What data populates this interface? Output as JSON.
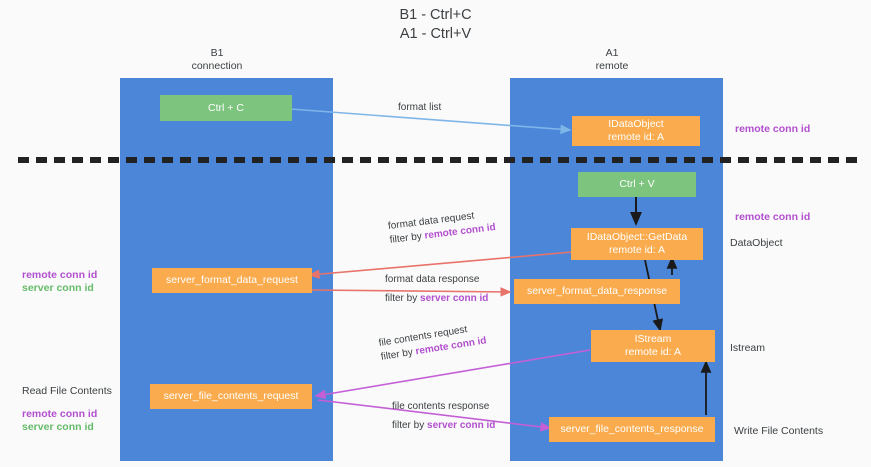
{
  "title": {
    "line1": "B1 - Ctrl+C",
    "line2": "A1 - Ctrl+V"
  },
  "columns": [
    {
      "name": "B1",
      "role": "connection"
    },
    {
      "name": "A1",
      "role": "remote"
    }
  ],
  "nodes": {
    "ctrl_c": {
      "label": "Ctrl + C"
    },
    "idataobject": {
      "line1": "IDataObject",
      "line2": "remote id: A"
    },
    "ctrl_v": {
      "label": "Ctrl + V"
    },
    "getdata": {
      "line1": "IDataObject::GetData",
      "line2": "remote id: A"
    },
    "server_format_data_request": {
      "label": "server_format_data_request"
    },
    "server_format_data_response": {
      "label": "server_format_data_response"
    },
    "istream": {
      "line1": "IStream",
      "line2": "remote id: A"
    },
    "server_file_contents_request": {
      "label": "server_file_contents_request"
    },
    "server_file_contents_response": {
      "label": "server_file_contents_response"
    }
  },
  "edges": {
    "format_list": {
      "label": "format list"
    },
    "format_data_request": {
      "label": "format data request",
      "filter_prefix": "filter by ",
      "filter_key": "remote conn id"
    },
    "format_data_response": {
      "label": "format data response",
      "filter_prefix": "filter by ",
      "filter_key": "server conn id"
    },
    "file_contents_request": {
      "label": "file contents request",
      "filter_prefix": "filter by ",
      "filter_key": "remote conn id"
    },
    "file_contents_response": {
      "label": "file contents response",
      "filter_prefix": "filter by ",
      "filter_key": "server conn id"
    }
  },
  "annotations": {
    "right_remote_conn_id_top": "remote conn id",
    "right_remote_conn_id_mid": "remote conn id",
    "right_dataobject": "DataObject",
    "right_istream": "Istream",
    "right_write_file_contents": "Write File Contents",
    "left_remote_conn_id": "remote conn id",
    "left_server_conn_id": "server conn id",
    "left_read_file_contents": "Read File Contents",
    "left_remote_conn_id_2": "remote conn id",
    "left_server_conn_id_2": "server conn id"
  },
  "colors": {
    "lane": "#4c86d9",
    "green_node": "#7dc47f",
    "orange_node": "#f9ab4e",
    "purple_text": "#b24fce",
    "green_text": "#66bb6a",
    "arrow_blue": "#7fb6e8",
    "arrow_red": "#e8736a",
    "arrow_magenta": "#c45fd6",
    "arrow_black": "#1a1a1a",
    "divider": "#222222",
    "background": "#fafafa"
  }
}
